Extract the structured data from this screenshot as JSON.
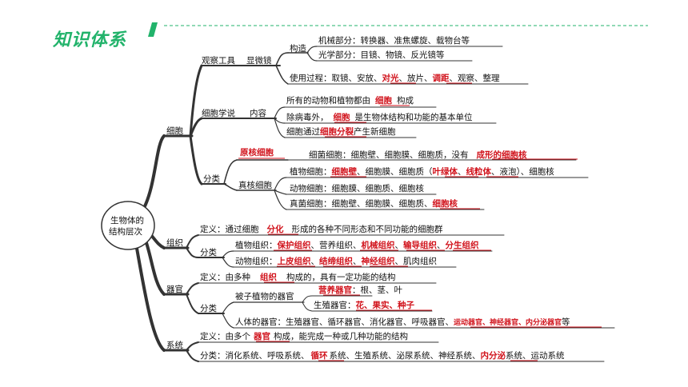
{
  "header": {
    "title": "知识体系"
  },
  "root": {
    "line1": "生物体的",
    "line2": "结构层次"
  },
  "cell": {
    "label": "细胞",
    "tools": {
      "label": "观察工具",
      "microscope": "显微镜",
      "structure": "构造",
      "mechanical": "机械部分：转换器、准焦螺旋、载物台等",
      "optical": "光学部分：目镜、物镜、反光镜等",
      "usage_a": "使用过程：取镜、安放、",
      "usage_b": "对光",
      "usage_c": "、放片、",
      "usage_d": "调距",
      "usage_e": "、观察、整理"
    },
    "theory": {
      "label": "细胞学说",
      "content": "内容",
      "l1a": "所有的动物和植物都由",
      "l1b": "细胞",
      "l1c": "构成",
      "l2a": "除病毒外，",
      "l2b": "细胞",
      "l2c": "是生物体结构和功能的基本单位",
      "l3a": "细胞通过",
      "l3b": "细胞分裂",
      "l3c": "产生新细胞"
    },
    "classify": {
      "label": "分类",
      "prokaryote": "原核细胞",
      "bacteria_a": "细菌细胞：细胞壁、细胞膜、细胞质，没有",
      "bacteria_b": "成形的细胞核",
      "eukaryote": "真核细胞",
      "plant_a": "植物细胞：",
      "plant_b": "细胞壁",
      "plant_c": "、细胞膜、细胞质（",
      "plant_d": "叶绿体",
      "plant_e": "、",
      "plant_f": "线粒体",
      "plant_g": "、液泡）、细胞核",
      "animal": "动物细胞：细胞膜、细胞质、细胞核",
      "fungi_a": "真菌细胞：细胞壁、细胞膜、细胞质、",
      "fungi_b": "细胞核"
    }
  },
  "tissue": {
    "label": "组织",
    "def_a": "定义：通过细胞",
    "def_b": "分化",
    "def_c": "形成的各种不同形态和不同功能的细胞群",
    "classify": "分类",
    "plant_a": "植物组织：",
    "plant_b": "保护组织",
    "plant_c": "、营养组织、",
    "plant_d": "机械组织",
    "plant_e": "、",
    "plant_f": "输导组织",
    "plant_g": "、",
    "plant_h": "分生组织",
    "animal_a": "动物组织：",
    "animal_b": "上皮组织",
    "animal_c": "、",
    "animal_d": "结缔组织",
    "animal_e": "、",
    "animal_f": "神经组织",
    "animal_g": "、肌肉组织"
  },
  "organ": {
    "label": "器官",
    "def_a": "定义：由多种",
    "def_b": "组织",
    "def_c": "构成的，具有一定功能的结构",
    "classify": "分类",
    "angio": "被子植物的器官",
    "veg_a": "营养器官",
    "veg_b": "：根、茎、叶",
    "rep_a": "生殖器官：",
    "rep_b": "花、果实、种子",
    "human_a": "人体的器官：生殖器官、循环器官、消化器官、呼吸器官、",
    "human_b": "运动器官、神经器官、内分泌器官",
    "human_c": "等"
  },
  "system": {
    "label": "系统",
    "def_a": "定义：由多个",
    "def_b": "器官",
    "def_c": "构成，能完成一种或几种功能的结构",
    "cls_a": "分类：消化系统、呼吸系统、",
    "cls_b": "循环",
    "cls_c": "系统、生殖系统、泌尿系统、神经系统、",
    "cls_d": "内分泌",
    "cls_e": "系统、运动系统"
  },
  "colors": {
    "accent": "#22b36b",
    "fill": "#d1121b",
    "branch": "#333333"
  }
}
